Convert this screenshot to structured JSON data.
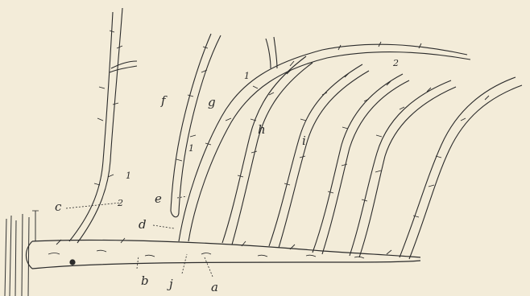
{
  "figure": {
    "letter_labels": {
      "a": "a",
      "b": "b",
      "c": "c",
      "d": "d",
      "e": "e",
      "f": "f",
      "g": "g",
      "h": "h",
      "i": "i",
      "j": "j"
    },
    "number_labels": {
      "f_one": "1",
      "left_one": "1",
      "left_two": "2",
      "top_one": "1",
      "top_two": "2"
    }
  }
}
